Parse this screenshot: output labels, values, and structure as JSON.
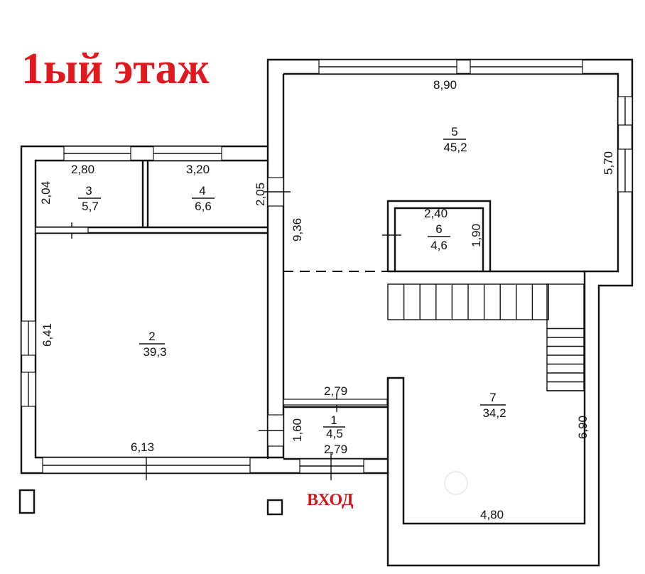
{
  "title": "1ый этаж",
  "entry_label": "ВХОД",
  "colors": {
    "title": "#e0191e",
    "entry": "#d4161c",
    "walls": "#111111"
  },
  "rooms": [
    {
      "id": "1",
      "area": "4,5"
    },
    {
      "id": "2",
      "area": "39,3"
    },
    {
      "id": "3",
      "area": "5,7"
    },
    {
      "id": "4",
      "area": "6,6"
    },
    {
      "id": "5",
      "area": "45,2"
    },
    {
      "id": "6",
      "area": "4,6"
    },
    {
      "id": "7",
      "area": "34,2"
    }
  ],
  "dimensions": {
    "room5_width": "8,90",
    "room5_depth": "5,70",
    "room3_width": "2,80",
    "room3_depth": "2,04",
    "room4_width": "3,20",
    "room4_depth": "2,05",
    "hall_length": "9,36",
    "room6_width": "2,40",
    "room6_depth": "1,90",
    "room2_depth": "6,41",
    "room2_width": "6,13",
    "room1_width_top": "2,79",
    "room1_depth": "1,60",
    "room1_width_bottom": "2,79",
    "room7_depth": "6,90",
    "room7_width": "4,80"
  }
}
